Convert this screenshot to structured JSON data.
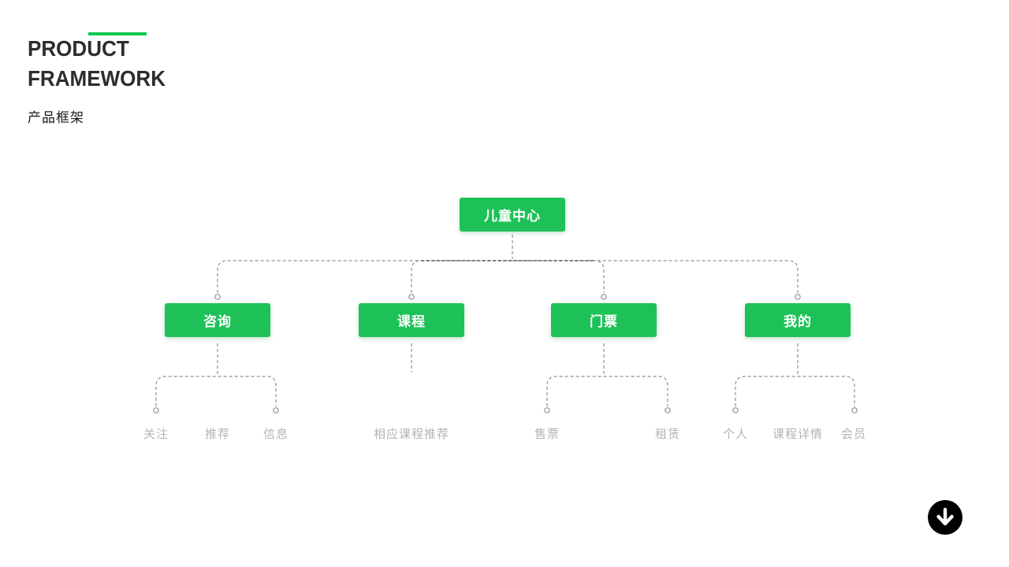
{
  "header": {
    "title_line1": "PRODUCT",
    "title_line2": "FRAMEWORK",
    "subtitle": "产品框架",
    "accent_color": "#0ec94f"
  },
  "tree": {
    "node_color": "#1ec157",
    "node_text_color": "#ffffff",
    "connector_color": "#8f8f8f",
    "leaf_text_color": "#b3b3b3",
    "root": {
      "label": "儿童中心"
    },
    "branches": [
      {
        "label": "咨询",
        "children": [
          "关注",
          "推荐",
          "信息"
        ]
      },
      {
        "label": "课程",
        "children": [
          "相应课程推荐"
        ]
      },
      {
        "label": "门票",
        "children": [
          "售票",
          "租赁"
        ]
      },
      {
        "label": "我的",
        "children": [
          "个人",
          "课程详情",
          "会员"
        ]
      }
    ]
  },
  "footer": {
    "scroll_button_icon": "down-arrow"
  }
}
